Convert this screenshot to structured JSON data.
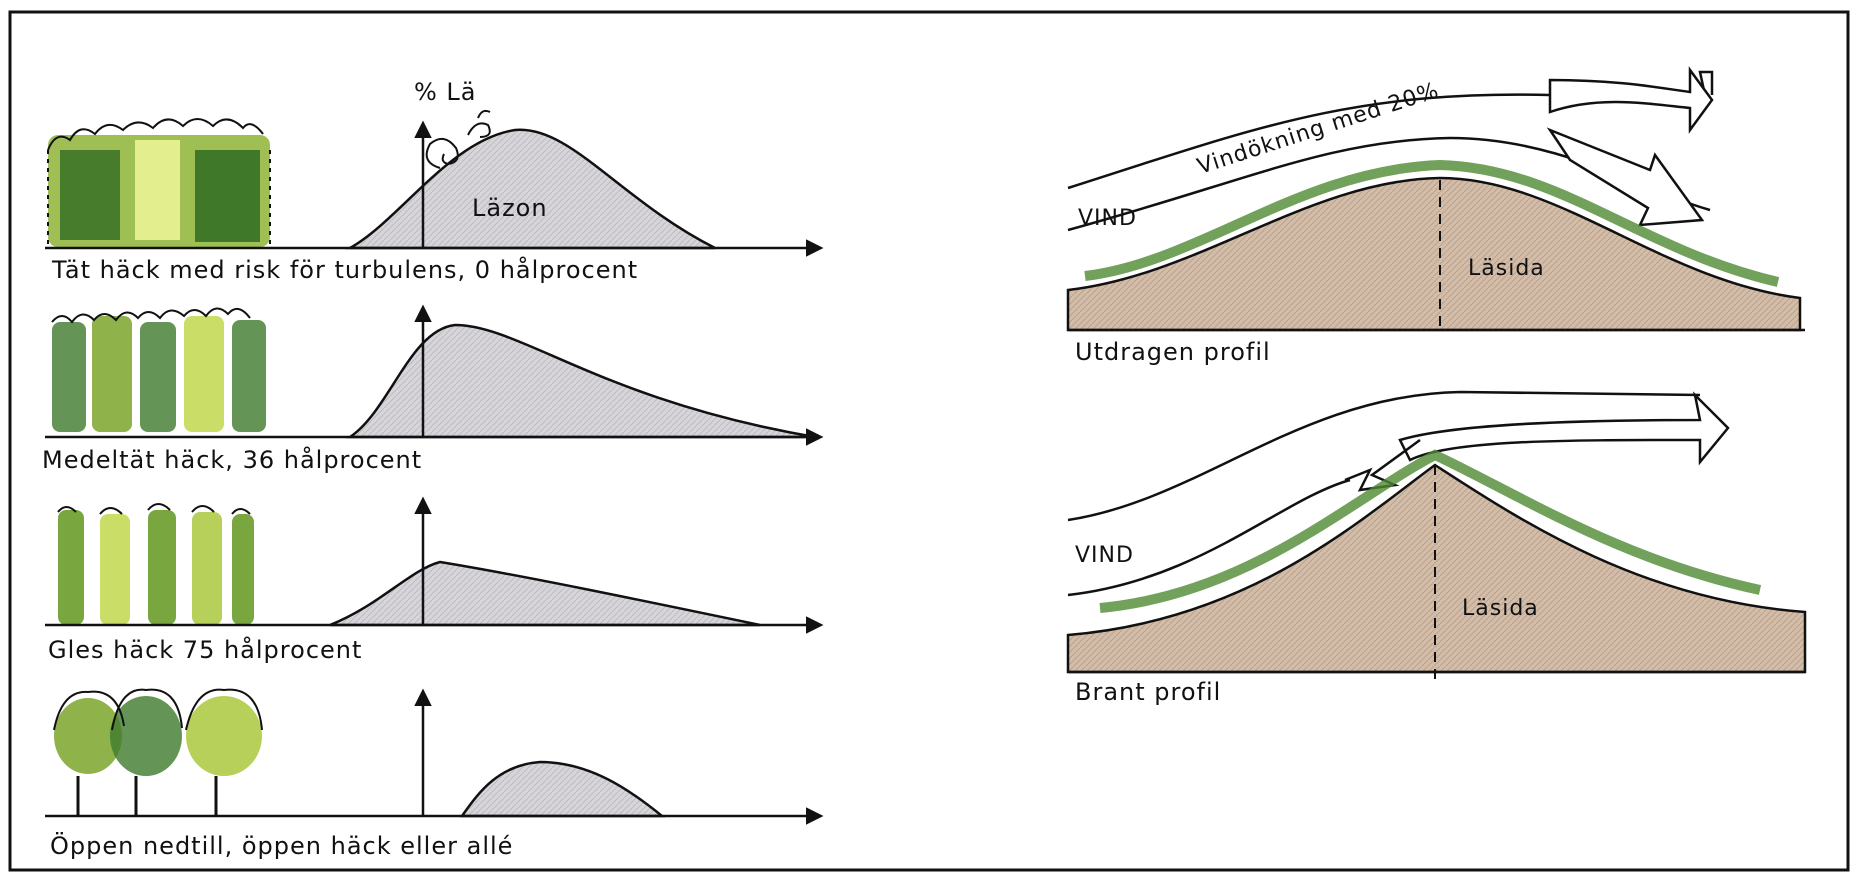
{
  "colors": {
    "ink": "#111111",
    "shade": "#d7d5da",
    "soil": "#cdb7a4",
    "foliage_dark": "#3f7a2c",
    "foliage_light": "#d8e86a"
  },
  "left_panel": {
    "axis_label": "% Lä",
    "zone_label": "Läzon",
    "rows": [
      {
        "caption": "Tät häck med risk för turbulens, 0 hålprocent",
        "hedge": "dense",
        "shelter_curve": "tall-symmetric"
      },
      {
        "caption": "Medeltät häck, 36 hålprocent",
        "hedge": "medium",
        "shelter_curve": "long-tail"
      },
      {
        "caption": "Gles häck 75 hålprocent",
        "hedge": "sparse",
        "shelter_curve": "low-long-tail"
      },
      {
        "caption": "Öppen nedtill, öppen häck eller allé",
        "hedge": "trees",
        "shelter_curve": "small-mound"
      }
    ]
  },
  "right_panel": {
    "profiles": [
      {
        "caption": "Utdragen profil",
        "wind_label": "VIND",
        "lee_label": "Läsida",
        "flow_label": "Vindökning med 20%"
      },
      {
        "caption": "Brant profil",
        "wind_label": "VIND",
        "lee_label": "Läsida"
      }
    ]
  }
}
